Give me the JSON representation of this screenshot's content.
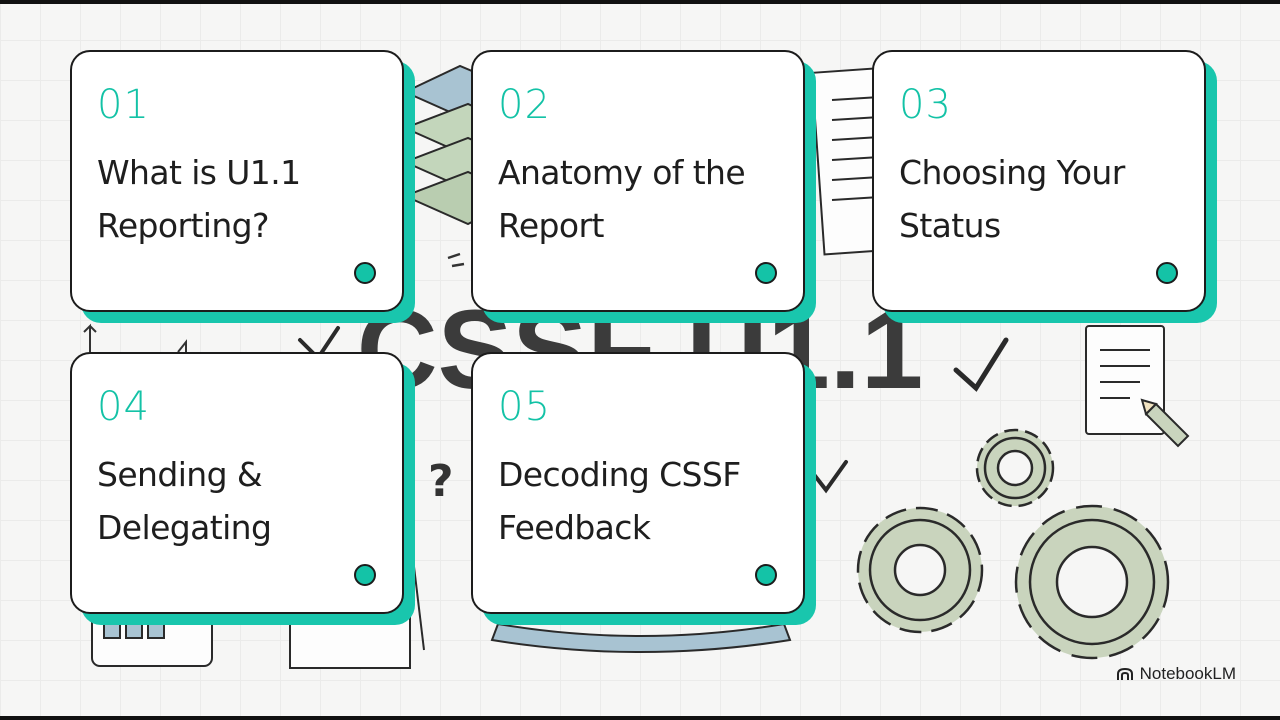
{
  "colors": {
    "accent": "#13c2a6",
    "card_border": "#1c1c1c",
    "background": "#f6f6f5",
    "gear_fill": "#c9d4bd"
  },
  "background_text": "CSSF U1.1",
  "cards": [
    {
      "number": "01",
      "title": "What is U1.1 Reporting?"
    },
    {
      "number": "02",
      "title": "Anatomy of the Report"
    },
    {
      "number": "03",
      "title": "Choosing Your Status"
    },
    {
      "number": "04",
      "title": "Sending & Delegating"
    },
    {
      "number": "05",
      "title": "Decoding CSSF Feedback"
    }
  ],
  "branding": {
    "name": "NotebookLM",
    "icon": "notebooklm-logo-icon"
  }
}
